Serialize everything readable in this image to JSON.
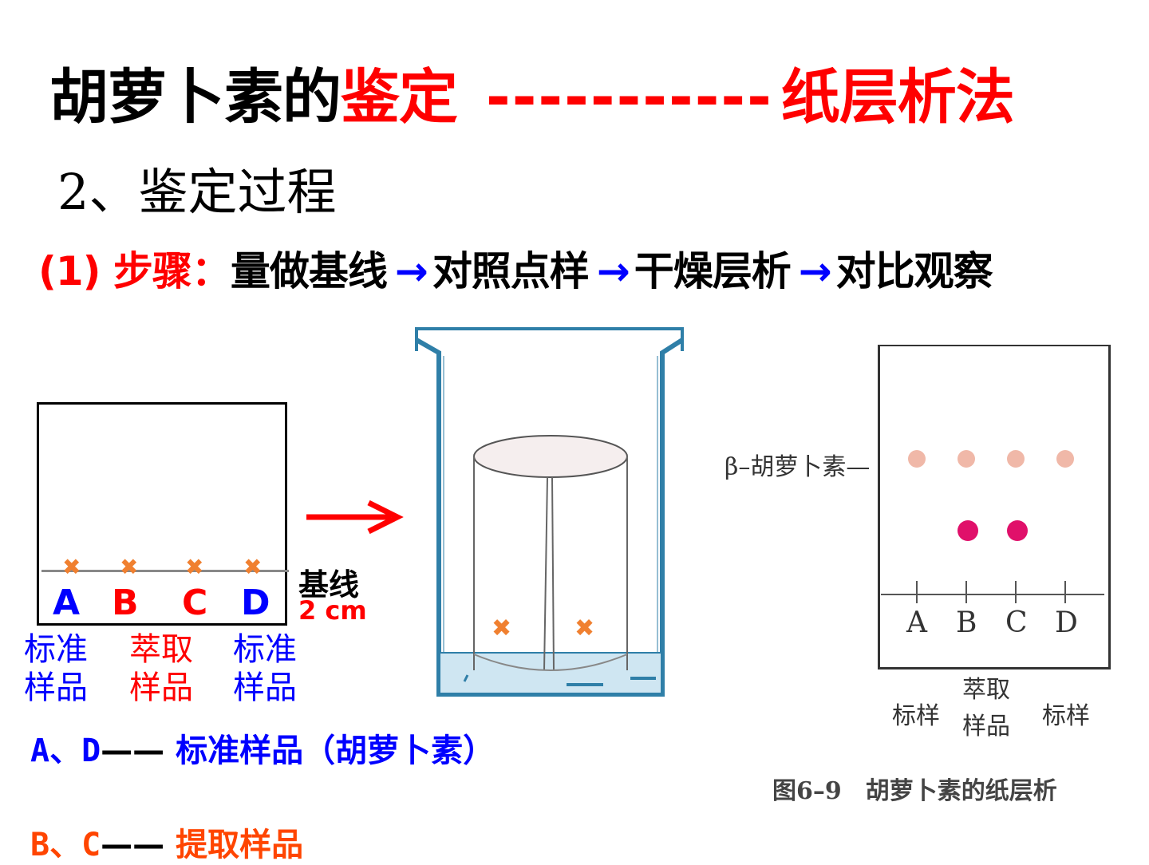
{
  "title": {
    "part1": "胡萝卜素的",
    "part2": "鉴定",
    "dashes": "-----------",
    "part3": "纸层析法"
  },
  "subtitle": "2、鉴定过程",
  "steps": {
    "label": "(1) 步骤：",
    "step1": "量做基线",
    "step2": "对照点样",
    "step3": "干燥层析",
    "step4": "对比观察",
    "arrow": "→"
  },
  "left_figure": {
    "lanes": [
      "A",
      "B",
      "C",
      "D"
    ],
    "baseline_label": "基线",
    "distance_label": "2 cm",
    "lane_desc": [
      {
        "line1": "标准",
        "line2": "样品"
      },
      {
        "line1": "萃取",
        "line2": "样品"
      },
      {
        "line1": "标准",
        "line2": "样品"
      }
    ],
    "mark": "✖"
  },
  "right_figure": {
    "spot_label": "β–胡萝卜素—",
    "lanes": [
      "A",
      "B",
      "C",
      "D"
    ],
    "lane_desc": {
      "left": "标样",
      "middle_line1": "萃取",
      "middle_line2": "样品",
      "right": "标样"
    },
    "caption": "图6–9　胡萝卜素的纸层析",
    "colors": {
      "beta_spot": "#f0b8a8",
      "impurity_spot": "#e0106a"
    }
  },
  "notes": {
    "ad_prefix": "A、D",
    "ad_dash": "——",
    "ad_text": "标准样品（胡萝卜素）",
    "bc_prefix": "B、C",
    "bc_dash": "——",
    "bc_text": "提取样品"
  }
}
